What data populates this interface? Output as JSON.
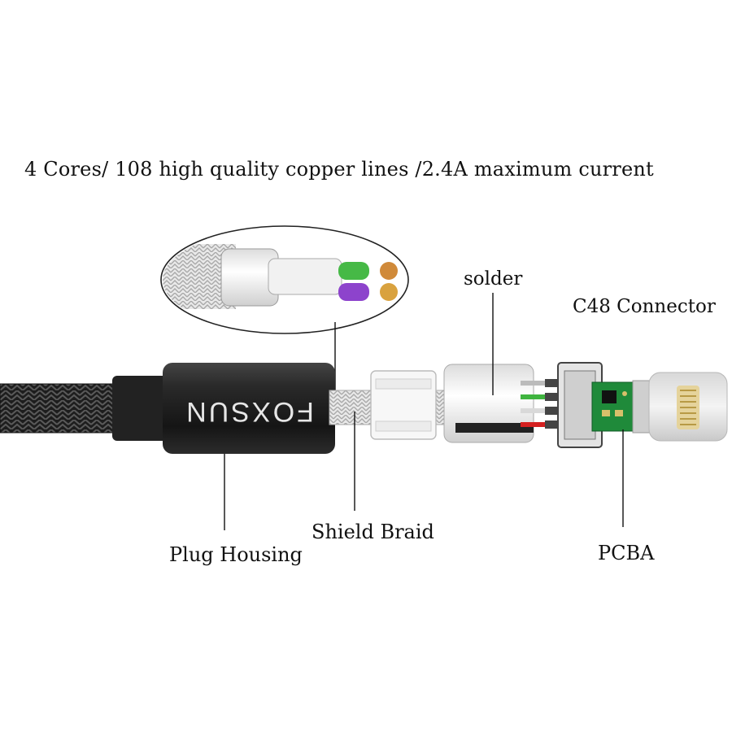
{
  "headline": "4 Cores/ 108 high quality copper lines /2.4A maximum current",
  "labels": {
    "solder": "solder",
    "c48_connector": "C48 Connector",
    "shield_braid": "Shield Braid",
    "plug_housing": "Plug Housing",
    "pcba": "PCBA"
  },
  "brand_logo": "FOXSUN",
  "icons": [
    "cable-cross-section-icon",
    "braided-cable-icon",
    "plug-housing-icon",
    "shield-braid-icon",
    "solder-joint-icon",
    "connector-frame-icon",
    "pcba-icon",
    "lightning-plug-icon"
  ],
  "colors": {
    "wire_green": "#3fb43f",
    "wire_purple": "#8a3fc8",
    "wire_red": "#d42020",
    "pcb_green": "#1f8a3a",
    "housing": "#1c1c1c"
  }
}
